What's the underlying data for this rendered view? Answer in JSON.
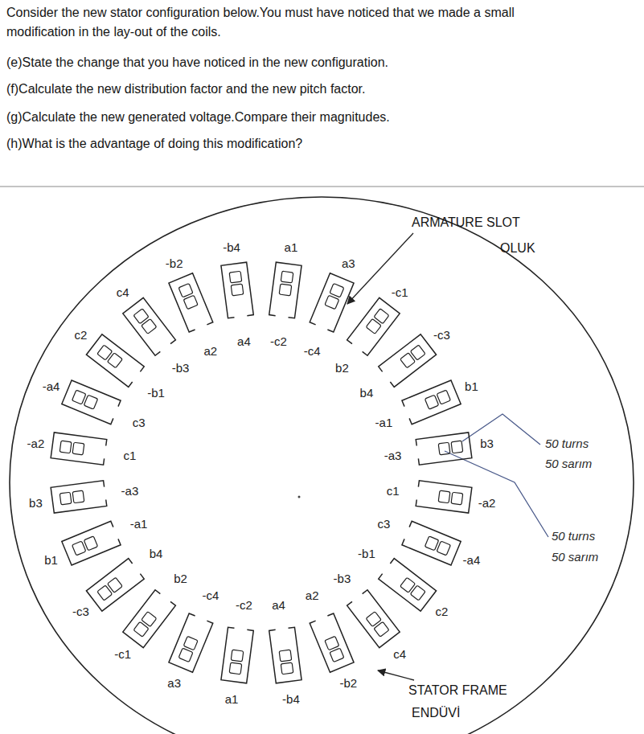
{
  "diagram": {
    "labels": [
      "Consider the new stator configuration below.You must have noticed that we made a small modification in the lay-out of the coils.",
      "(e)State the change that you have noticed in the new configuration.",
      "(f)Calculate the new distribution factor and the new pitch factor.",
      "(g)Calculate the new generated voltage.Compare their magnitudes.",
      "(h)What is the advantage of doing this modification?",
      "-b2",
      "a2",
      "-b4",
      "a4",
      "a1",
      "-c2",
      "a3",
      "-c4",
      "-c1",
      "b2",
      "-c3",
      "b4",
      "b1",
      "-a1",
      "b3",
      "-a3",
      "-a2",
      "c1",
      "-a4",
      "c3",
      "c2",
      "-b1",
      "c4",
      "-b3",
      "-b2",
      "a2",
      "-b4",
      "a4",
      "a1",
      "-c2",
      "a3",
      "-c4",
      "-c1",
      "b2",
      "-c3",
      "b4",
      "b1",
      "-a1",
      "b3",
      "-a3",
      "-a2",
      "c1",
      "-a4",
      "c3",
      "c2",
      "-b1",
      "c4",
      "-b3",
      "ARMATURE SLOT",
      "OLUK",
      "50 turns",
      "50 sarım",
      "50 turns",
      "50 sarım",
      "STATOR FRAME",
      "ENDÜVİ"
    ]
  }
}
